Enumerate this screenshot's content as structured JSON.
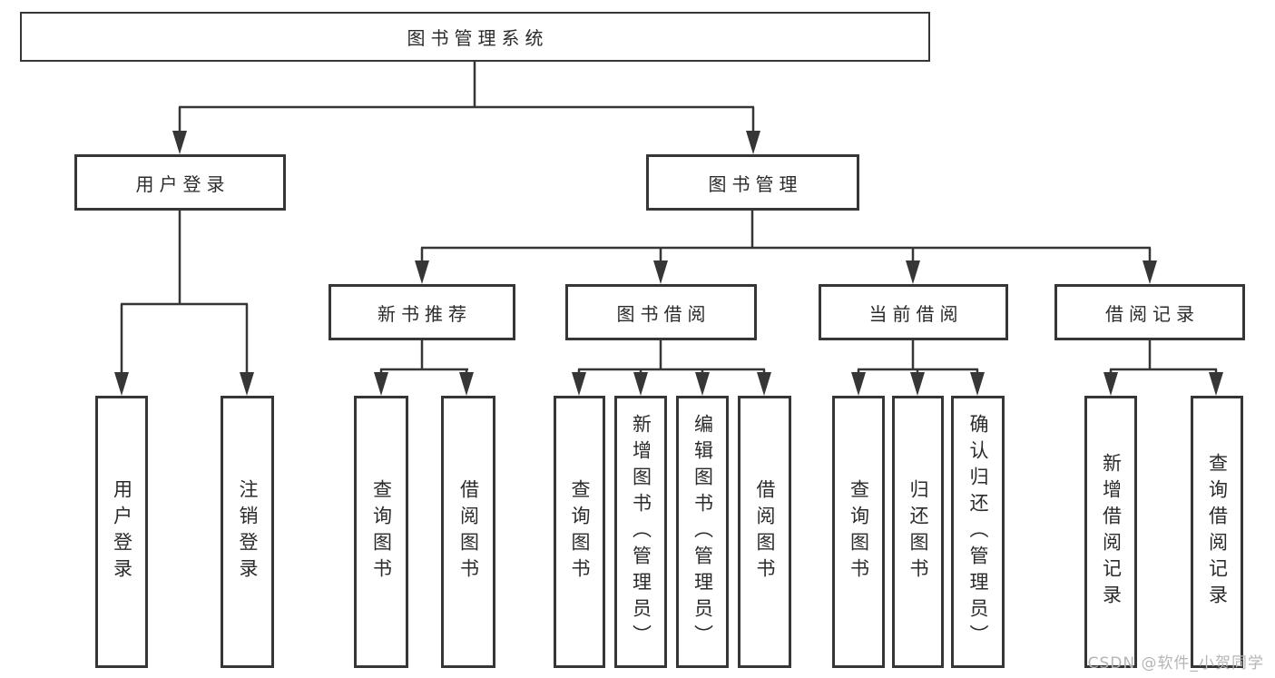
{
  "colors": {
    "line": "#363636",
    "node_text": "#2b2b2b",
    "watermark": "#b5b5b5"
  },
  "watermark": "CSDN @软件_小贺同学",
  "tree": {
    "root": "图书管理系统",
    "branches": [
      {
        "label": "用户登录",
        "children": [
          "用户登录",
          "注销登录"
        ]
      },
      {
        "label": "图书管理",
        "groups": [
          {
            "label": "新书推荐",
            "children": [
              "查询图书",
              "借阅图书"
            ]
          },
          {
            "label": "图书借阅",
            "children": [
              "查询图书",
              "新增图书（管理员）",
              "编辑图书（管理员）",
              "借阅图书"
            ]
          },
          {
            "label": "当前借阅",
            "children": [
              "查询图书",
              "归还图书",
              "确认归还（管理员）"
            ]
          },
          {
            "label": "借阅记录",
            "children": [
              "新增借阅记录",
              "查询借阅记录"
            ]
          }
        ]
      }
    ]
  }
}
